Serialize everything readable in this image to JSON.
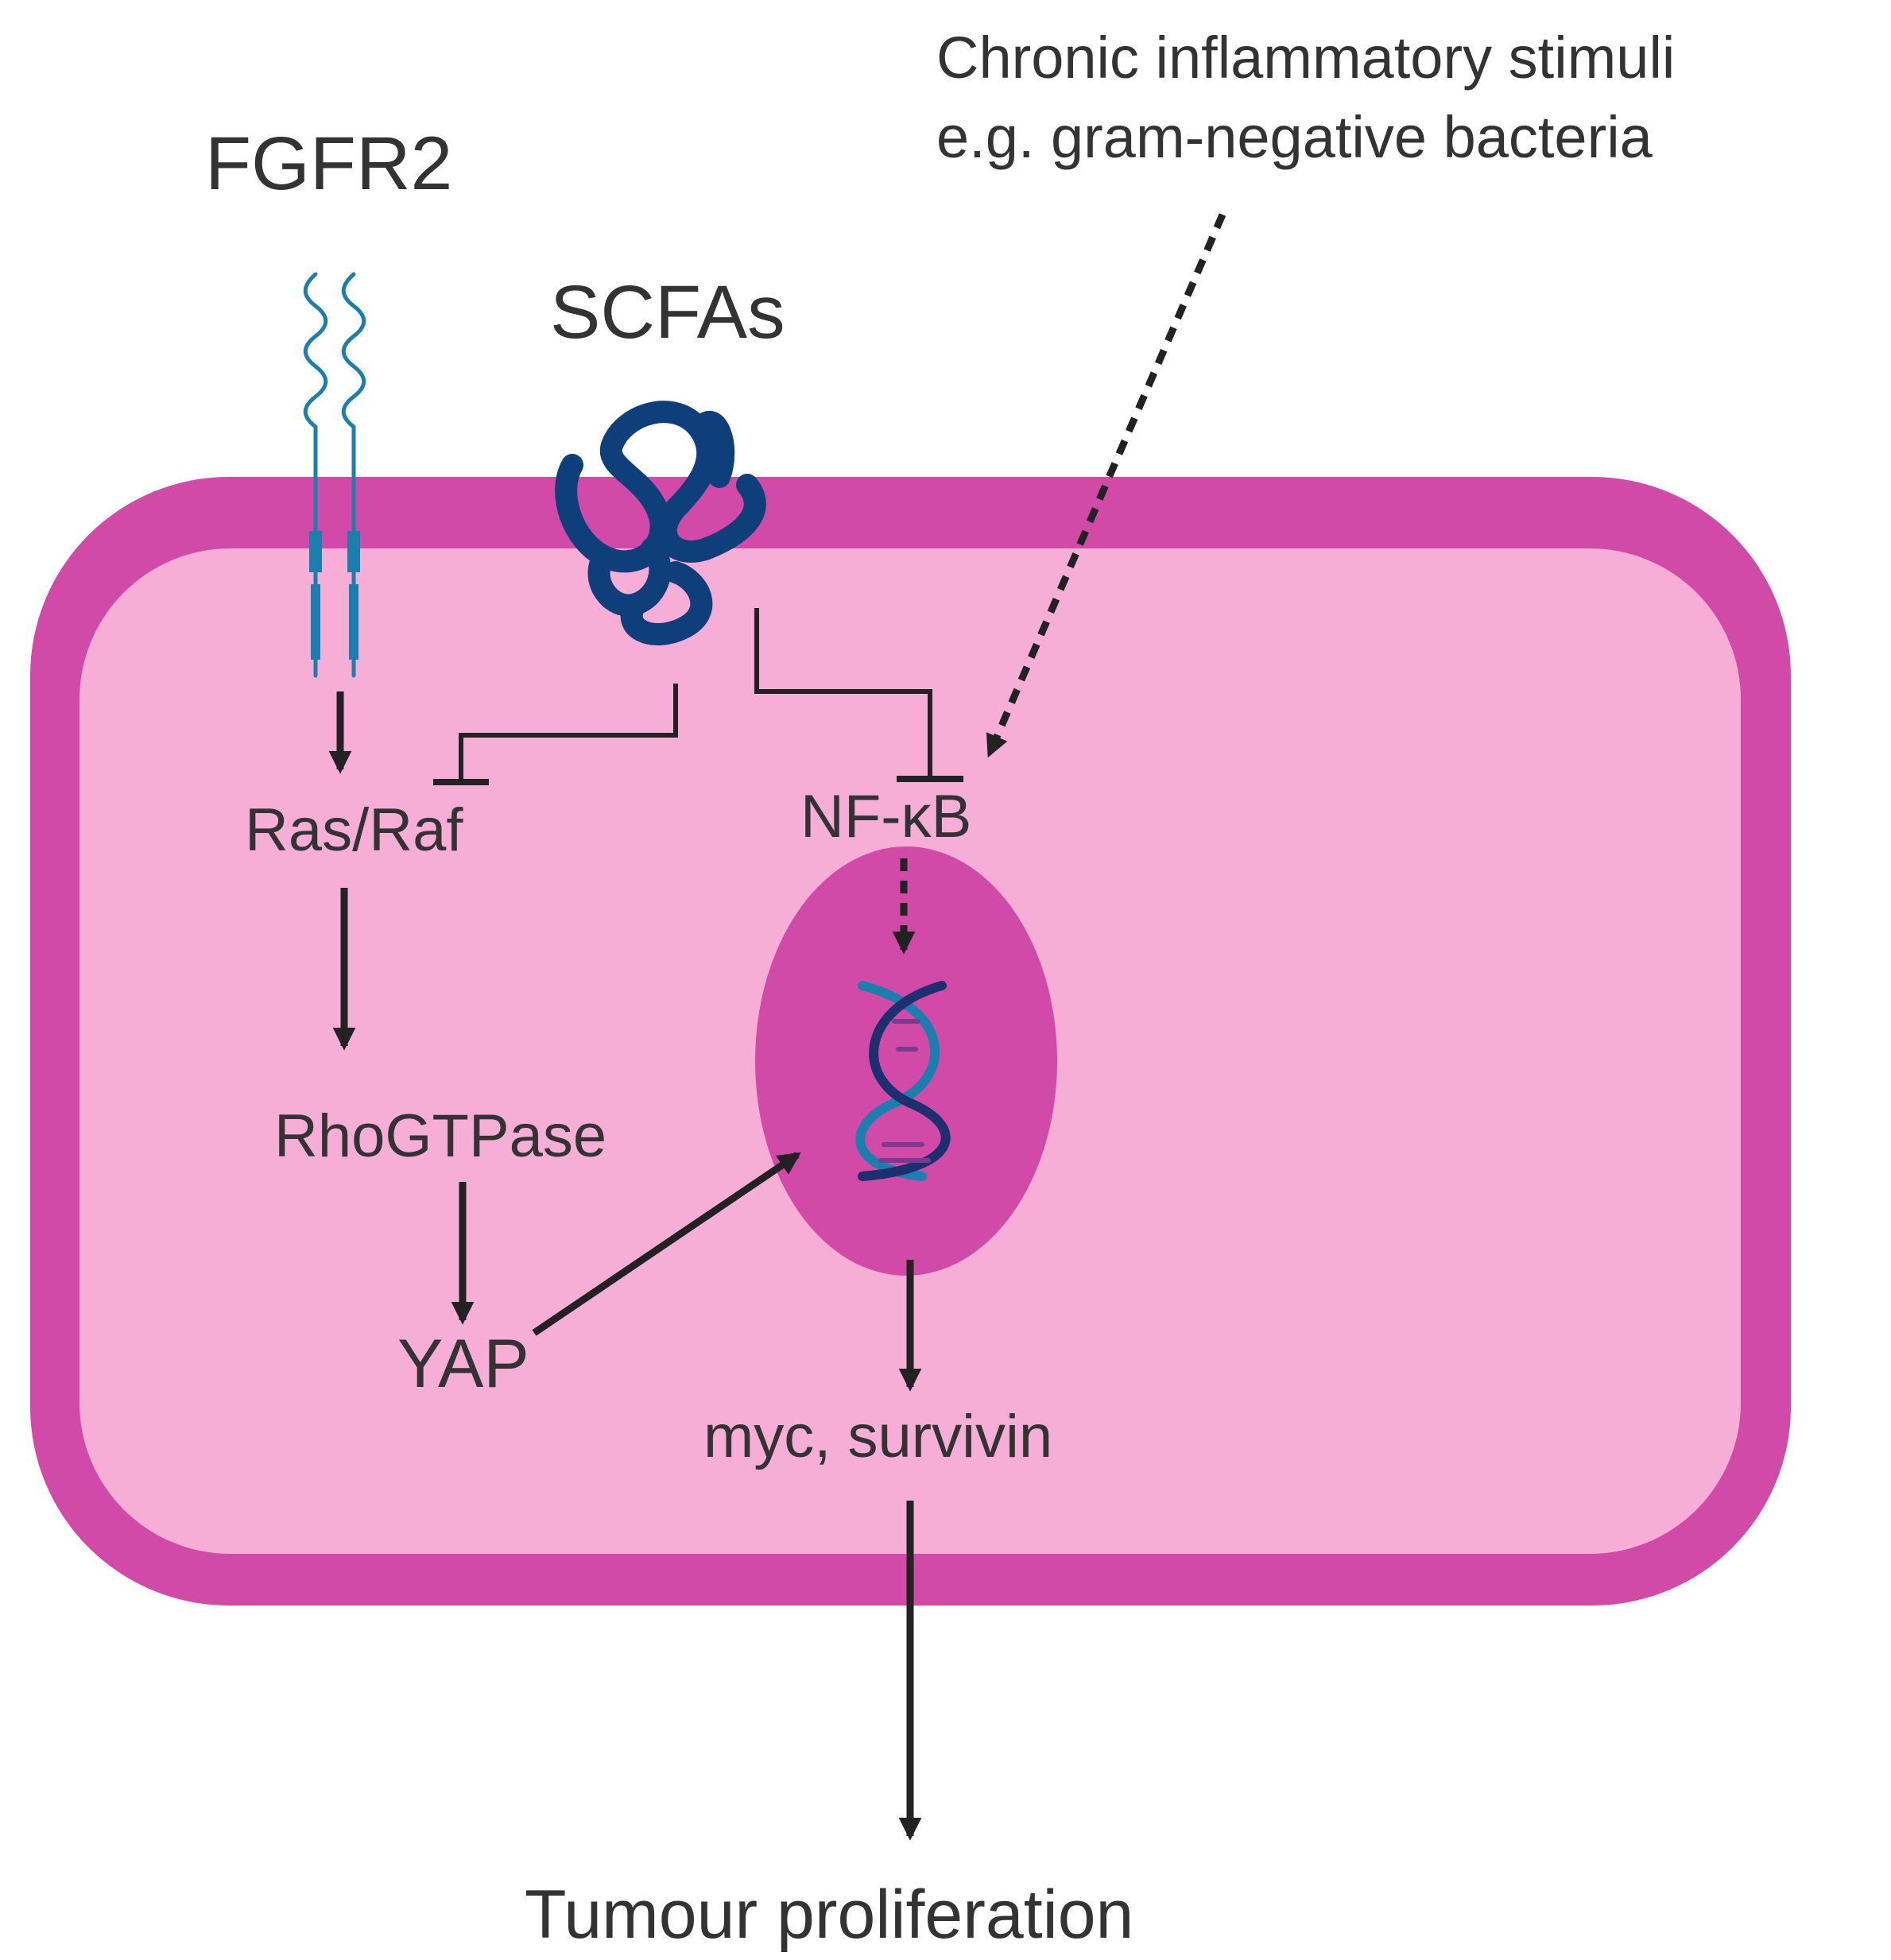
{
  "labels": {
    "fgfr2": "FGFR2",
    "scfas": "SCFAs",
    "stimuli_line1": "Chronic inflammatory stimuli",
    "stimuli_line2": "e.g. gram-negative bacteria",
    "ras_raf": "Ras/Raf",
    "nfkb": "NF-κB",
    "rhogtpase": "RhoGTPase",
    "yap": "YAP",
    "myc_survivin": "myc, survivin",
    "tumour": "Tumour proliferation"
  },
  "colors": {
    "membrane": "#d14aa8",
    "cytoplasm": "#f7aed6",
    "nucleus": "#d14aa8",
    "receptor": "#1b7fae",
    "protein": "#0f3f7a",
    "dna_strand_a": "#1b7fae",
    "dna_strand_b": "#1c2f6e",
    "arrow": "#222222",
    "text": "#333333"
  }
}
